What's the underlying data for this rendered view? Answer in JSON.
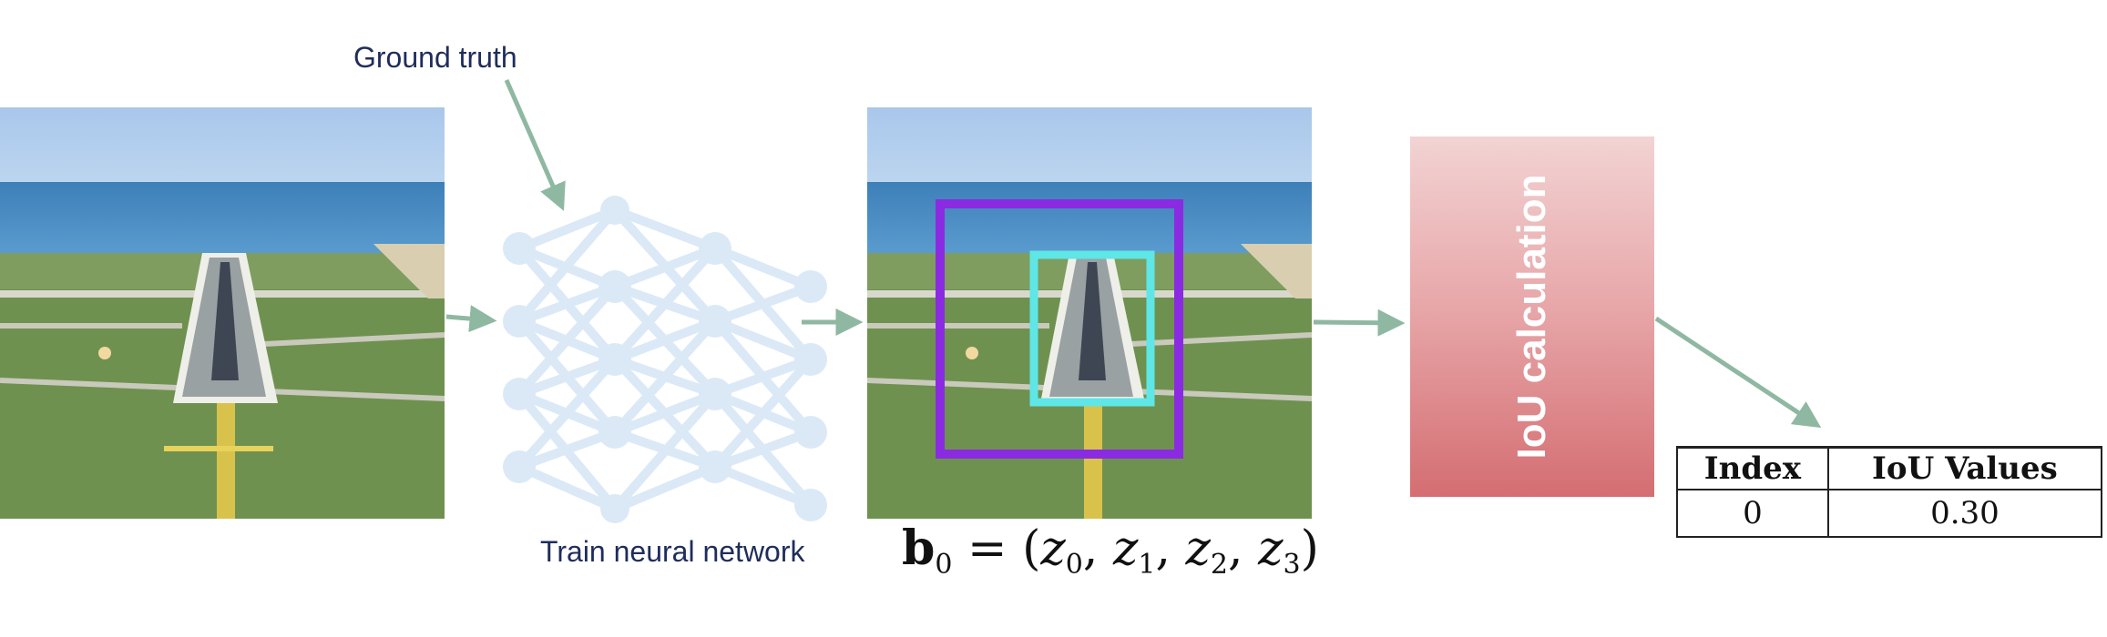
{
  "labels": {
    "ground_truth": "Ground truth",
    "train_network": "Train neural network",
    "iou_calculation": "IoU calculation"
  },
  "formula": {
    "vector": "b",
    "vector_sub": "0",
    "equals": " = (",
    "z0": "z",
    "z0_sub": "0",
    "z1": "z",
    "z1_sub": "1",
    "z2": "z",
    "z2_sub": "2",
    "z3": "z",
    "z3_sub": "3",
    "sep": ", ",
    "close": ")"
  },
  "table": {
    "headers": [
      "Index",
      "IoU Values"
    ],
    "rows": [
      [
        "0",
        "0.30"
      ]
    ]
  },
  "colors": {
    "arrow": "#8fb8a2",
    "network": "#dbe9f7",
    "prediction_box": "#8a2be2",
    "ground_truth_box": "#5fe6e6",
    "iou_gradient_top": "#f2d3d3",
    "iou_gradient_bottom": "#d46e72",
    "label_text": "#1f2d5c"
  }
}
